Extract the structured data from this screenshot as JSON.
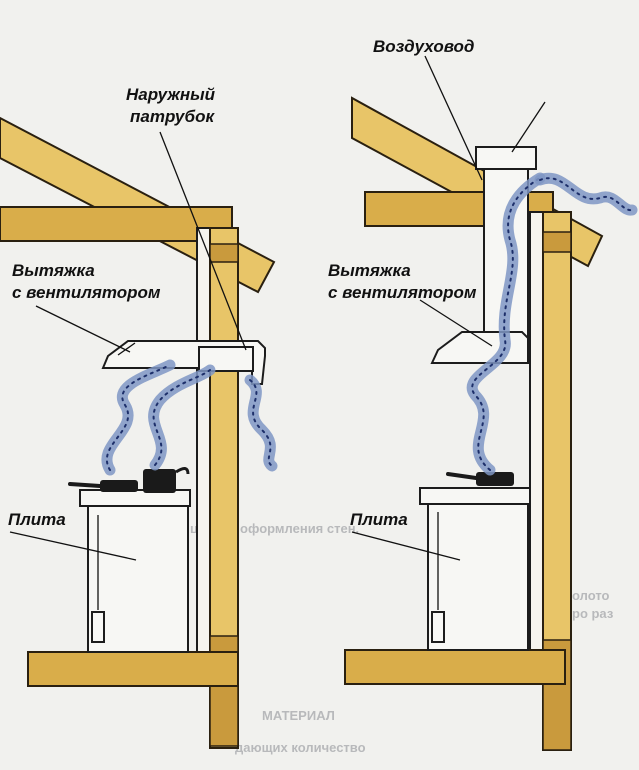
{
  "left_diagram": {
    "outlet_label_line1": "Наружный",
    "outlet_label_line2": "патрубок",
    "hood_label_line1": "Вытяжка",
    "hood_label_line2": "с вентилятором",
    "stove_label": "Плита"
  },
  "right_diagram": {
    "duct_label": "Воздуховод",
    "hood_label_line1": "Вытяжка",
    "hood_label_line2": "с вентилятором",
    "stove_label": "Плита"
  },
  "colors": {
    "wood": "#e8c568",
    "smoke": "#7f97c4",
    "smoke_dots": "#1d2f6a",
    "background": "#f1f1ee"
  }
}
